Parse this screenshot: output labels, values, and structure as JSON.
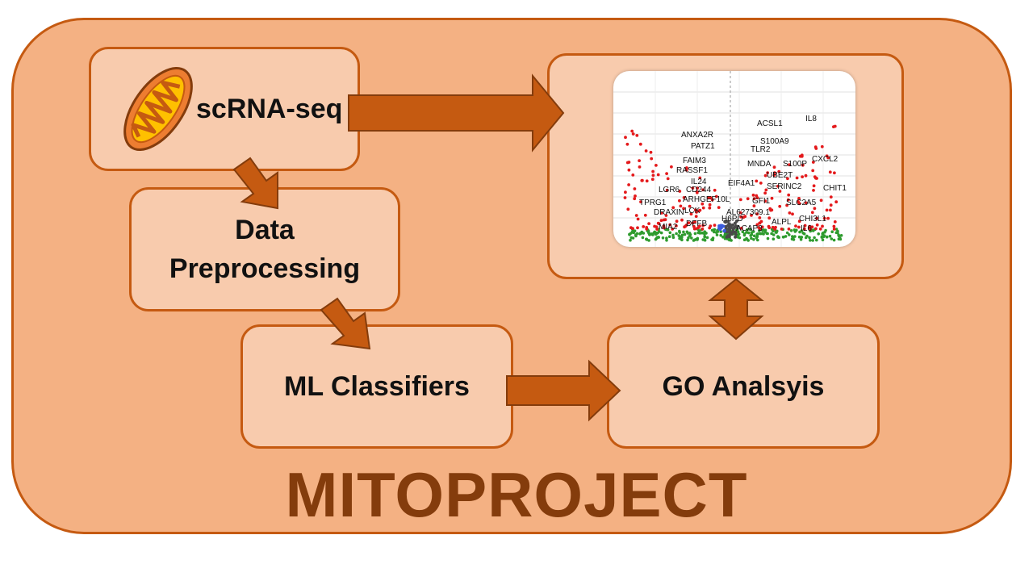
{
  "title": "MITOPROJECT",
  "boxes": {
    "scrna": "scRNA-seq",
    "preprocessing_line1": "Data",
    "preprocessing_line2": "Preprocessing",
    "ml": "ML Classifiers",
    "go": "GO Analsyis"
  },
  "volcano_labels": [
    "IL8",
    "ACSL1",
    "S100A9",
    "ANXA2R",
    "PATZ1",
    "TLR2",
    "CXCL2",
    "FAIM3",
    "MNDA",
    "S100P",
    "RASSF1",
    "UBE2T",
    "IL24",
    "EIF4A1",
    "SERINC2",
    "CHIT1",
    "LGR6",
    "CD244",
    "ARHGEF10L",
    "GFI1",
    "SLC2A5",
    "TPRG1",
    "DRAXIN",
    "LCK",
    "AL627309.1",
    "CHI3L1",
    "MIA2",
    "DFFB",
    "H6PD",
    "ALPL",
    "ACAP3",
    "IL6"
  ],
  "colors": {
    "outer_fill": "#f4b183",
    "box_fill": "#f8cbad",
    "border": "#c55a11",
    "arrow": "#c55a11",
    "title": "#843c0c"
  }
}
